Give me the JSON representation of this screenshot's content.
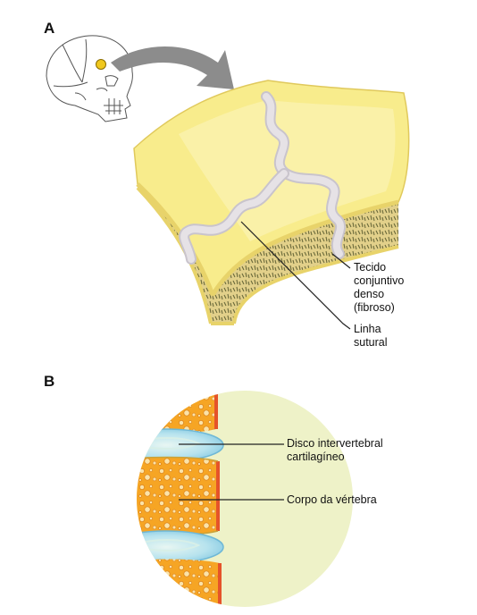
{
  "panel_a": {
    "letter": "A",
    "labels": {
      "tecido": [
        "Tecido",
        "conjuntivo",
        "denso",
        "(fibroso)"
      ],
      "linha": [
        "Linha",
        "sutural"
      ]
    }
  },
  "panel_b": {
    "letter": "B",
    "labels": {
      "disco": [
        "Disco intervertebral",
        "cartilagíneo"
      ],
      "corpo": "Corpo da vértebra"
    }
  },
  "colors": {
    "bone_surface": "#f8ec8c",
    "bone_edge": "#e8d36a",
    "spongy_bone": "#d9c47a",
    "suture_tissue": "#e6e2e6",
    "arrow": "#8c8c8c",
    "vertebra_orange": "#f6a524",
    "vertebra_rim": "#e5532a",
    "disc_blue": "#9fd8ea",
    "circle_bg": "#eef2c8"
  }
}
